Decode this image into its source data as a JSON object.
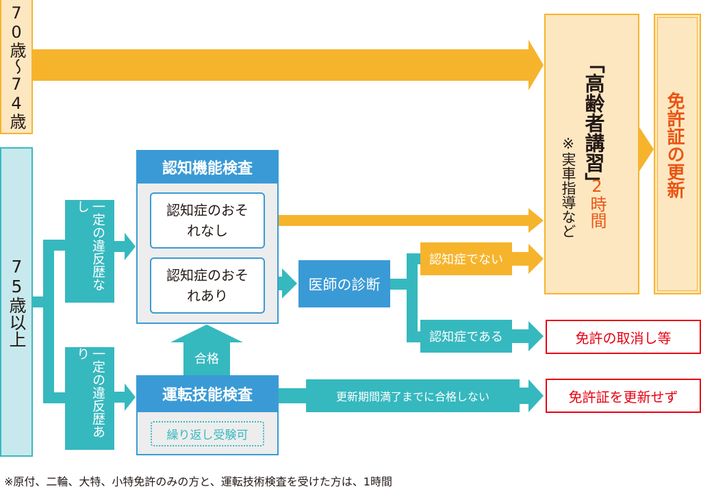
{
  "colors": {
    "orange": "#f6b42d",
    "orange_light": "#fde7c1",
    "teal": "#36b8bf",
    "teal_light": "#c7e9ed",
    "blue": "#3a9ad5",
    "panel_gray": "#ededed",
    "red": "#e60012",
    "accent_text": "#ea5514"
  },
  "age_groups": {
    "young": "70歳〜74歳",
    "old": "75歳以上"
  },
  "violation": {
    "none": "一定の違反歴なし",
    "some": "一定の違反歴あり"
  },
  "cognitive_test": {
    "title": "認知機能検査",
    "result_none": "認知症のおそれなし",
    "result_yes": "認知症のおそれあり"
  },
  "doctor": {
    "label": "医師の診断",
    "not_dementia": "認知症でない",
    "is_dementia": "認知症である"
  },
  "driving_test": {
    "title": "運転技能検査",
    "retry": "繰り返し受験可",
    "pass": "合格",
    "fail": "更新期間満了までに合格しない"
  },
  "lecture": {
    "title": "「高齢者講習」",
    "note": "※実車指導など",
    "hours": "2時間"
  },
  "outcomes": {
    "renew": "免許証の更新",
    "revoke": "免許の取消し等",
    "no_renew": "免許証を更新せず"
  },
  "footnote": "※原付、二輪、大特、小特免許のみの方と、運転技術検査を受けた方は、1時間"
}
